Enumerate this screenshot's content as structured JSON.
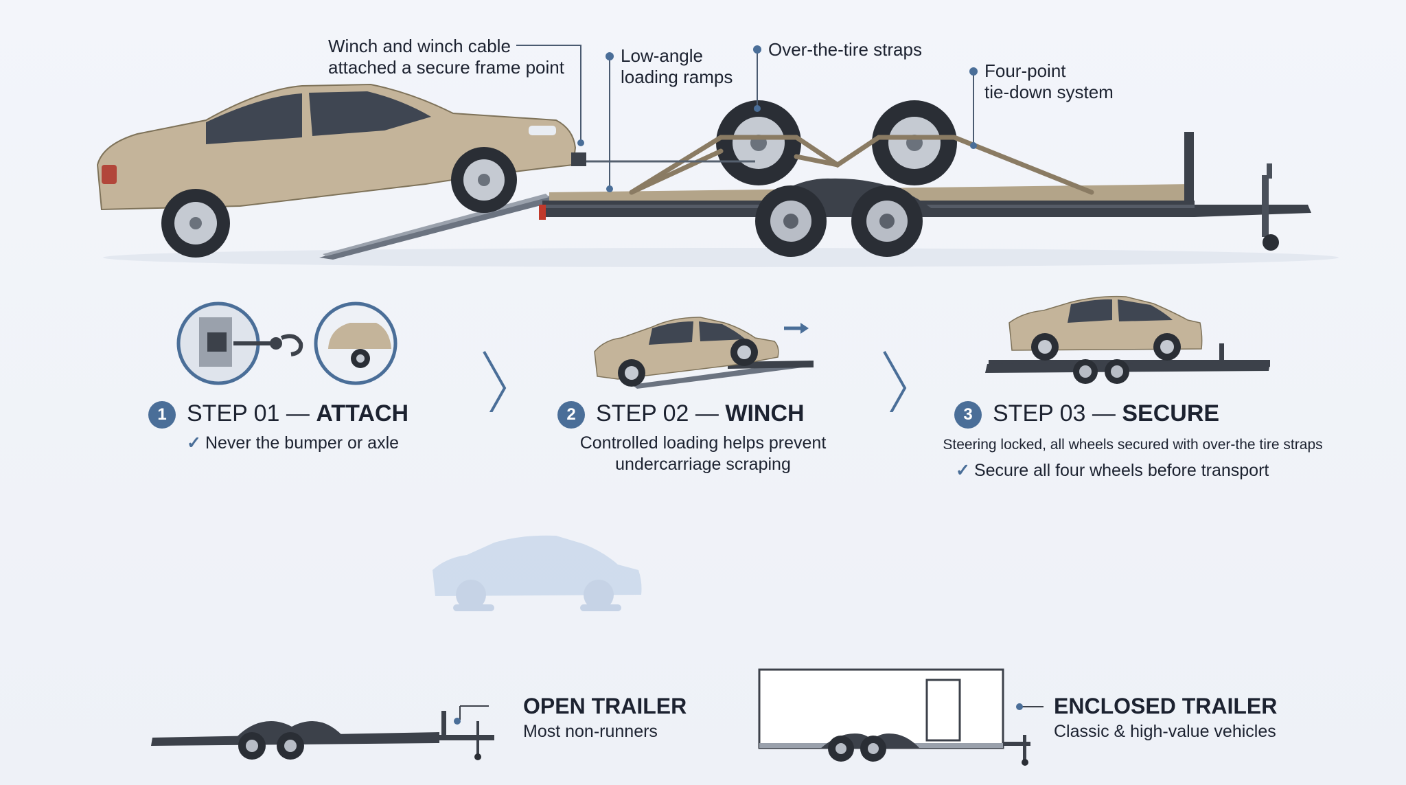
{
  "callouts": {
    "winch": [
      "Winch and winch cable",
      "attached a secure frame point"
    ],
    "ramps": [
      "Low-angle",
      "loading ramps"
    ],
    "straps": "Over-the-tire straps",
    "tiedown": [
      "Four-point",
      "tie-down system"
    ]
  },
  "steps": [
    {
      "number": "1",
      "prefix": "STEP 01 —",
      "name": "ATTACH",
      "check_note": "Never the bumper or axle"
    },
    {
      "number": "2",
      "prefix": "STEP 02 —",
      "name": "WINCH",
      "desc": [
        "Controlled loading helps prevent",
        "undercarriage scraping"
      ]
    },
    {
      "number": "3",
      "prefix": "STEP 03 —",
      "name": "SECURE",
      "desc": "Steering locked, all wheels secured with over-the tire straps",
      "check_note": "Secure all four wheels before transport"
    }
  ],
  "trailers": {
    "open": {
      "title": "OPEN TRAILER",
      "subtitle": "Most non-runners"
    },
    "enclosed": {
      "title": "ENCLOSED TRAILER",
      "subtitle": "Classic & high-value vehicles"
    }
  },
  "colors": {
    "accent": "#4a6e98",
    "car_body": "#c4b49a",
    "trailer_frame": "#3c414a",
    "deck": "#a89a82",
    "strap": "#8a7b63"
  },
  "icons": [
    "check-icon",
    "chevron-right-icon",
    "arrow-right-icon",
    "hook-icon",
    "winch-icon"
  ]
}
